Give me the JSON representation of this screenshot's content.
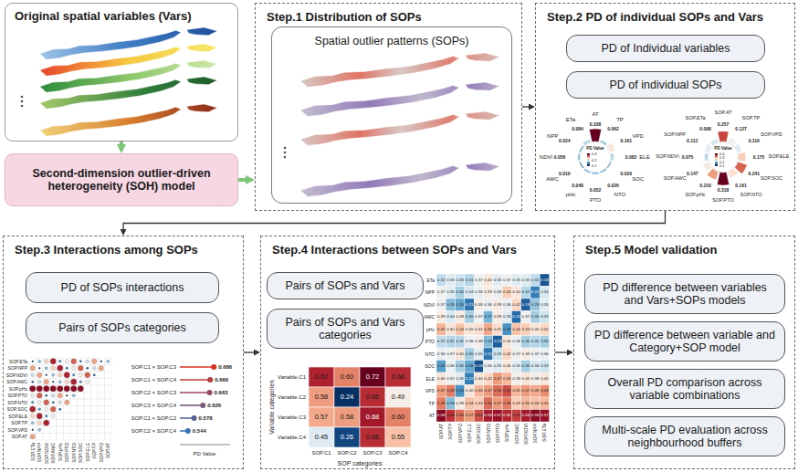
{
  "diagram": {
    "nodes": [
      {
        "text": [
          "Original spatial variables (Vars)"
        ]
      },
      {
        "text": [
          "Second-dimension outlier-driven heterogeneity (SOH) model"
        ]
      },
      {
        "text": [
          "Step.1 Distribution of SOPs"
        ]
      },
      {
        "text": [
          "Spatial outlier patterns (SOPs)"
        ],
        "in": 2
      },
      {
        "text": [
          "Step.2 PD of individual SOPs and Vars"
        ]
      },
      {
        "text": [
          "PD of Individual variables"
        ],
        "in": 4
      },
      {
        "text": [
          "PD of individual SOPs"
        ],
        "in": 4
      },
      {
        "text": [
          "Step.3 Interactions among SOPs"
        ]
      },
      {
        "text": [
          "PD of SOPs interactions"
        ],
        "in": 7
      },
      {
        "text": [
          "Pairs of SOPs categories"
        ],
        "in": 7
      },
      {
        "text": [
          "Step.4 Interactions between SOPs and Vars"
        ]
      },
      {
        "text": [
          "Pairs of SOPs and Vars"
        ],
        "in": 10
      },
      {
        "text": [
          "Pairs of SOPs and Vars categories"
        ],
        "in": 10
      },
      {
        "text": [
          "Step.5 Model validation"
        ]
      },
      {
        "text": [
          "PD difference between variables and Vars+SOPs models"
        ],
        "in": 13
      },
      {
        "text": [
          "PD difference between variable and Category+SOP model"
        ],
        "in": 13
      },
      {
        "text": [
          "Overall PD comparison across variable combinations"
        ],
        "in": 13
      },
      {
        "text": [
          "Multi-scale PD evaluation across neighbourhood buffers"
        ],
        "in": 13
      }
    ],
    "edges": [
      {
        "from": 0,
        "to": 1,
        "arrow": "to"
      },
      {
        "from": 1,
        "to": 2,
        "arrow": "to"
      },
      {
        "from": 2,
        "to": 4,
        "arrow": "to"
      },
      {
        "from": 4,
        "to": 7,
        "arrow": "to"
      },
      {
        "from": 7,
        "to": 10,
        "arrow": "to"
      },
      {
        "from": 10,
        "to": 13,
        "arrow": "to"
      }
    ],
    "labels": [
      "AT",
      "0.338",
      "TP",
      "0.062",
      "VPD",
      "0.161",
      "ELE",
      "0.082",
      "SOC",
      "0.029",
      "NTO",
      "0.026",
      "PTO",
      "0.052",
      "pHc",
      "0.048",
      "AWC",
      "0.010",
      "NDVI",
      "0.056",
      "NPP",
      "0.024",
      "ETa",
      "0.084",
      "PD Value",
      "0.3",
      "0.2",
      "0.1",
      "SOP.AT",
      "0.257",
      "SOP.TP",
      "0.127",
      "SOP.VPD",
      "0.110",
      "SOP.ELE",
      "0.175",
      "SOP.SOC",
      "0.241",
      "SOP.NTO",
      "0.161",
      "SOP.PTO",
      "0.318",
      "SOP.pHc",
      "0.210",
      "SOP.AWC",
      "0.147",
      "SOP.NDVI",
      "0.075",
      "SOP.NPP",
      "0.112",
      "SOP.ETa",
      "0.098",
      "PD Value",
      "0.4",
      "0.3",
      "0.2",
      "0.1",
      "SOP.ETa",
      "SOP.NPP",
      "SOP.NDVI",
      "SOP.AWC",
      "SOP.pHc",
      "SOP.PTO",
      "SOP.NTO",
      "SOP.SOC",
      "SOP.ELE",
      "SOP.TP",
      "SOP.VPD",
      "SOP.AT",
      "SOP.ETa",
      "SOP.NPP",
      "SOP.NDVI",
      "SOP.AWC",
      "SOP.pHc",
      "SOP.PTO",
      "SOP.NTO",
      "SOP.SOC",
      "SOP.ELE",
      "SOP.TP",
      "SOP.VPD",
      "SOP.AT",
      "SOP.C1 × SOP.C3",
      "0.686",
      "SOP.C1 × SOP.C4",
      "0.666",
      "SOP.C2 × SOP.C3",
      "0.663",
      "SOP.C3 × SOP.C4",
      "0.626",
      "SOP.C1 × SOP.C2",
      "0.578",
      "SOP.C2 × SOP.C4",
      "0.544",
      "PD Value",
      "Variable categories",
      "Variable.C1",
      "0.67",
      "0.60",
      "0.72",
      "0.66",
      "Variable.C2",
      "0.58",
      "0.24",
      "0.66",
      "0.49",
      "Variable.C3",
      "0.57",
      "0.58",
      "0.68",
      "0.60",
      "Variable.C4",
      "0.45",
      "0.26",
      "0.66",
      "0.55",
      "SOP.C1",
      "SOP.C2",
      "SOP.C3",
      "SOP.C4",
      "SOP categories",
      "ETa",
      "0.32",
      "0.35",
      "0.33",
      "0.31",
      "0.37",
      "0.40",
      "0.35",
      "0.37",
      "0.35",
      "0.35",
      "0.32",
      "0.18",
      "NPP",
      "0.37",
      "0.35",
      "0.30",
      "0.34",
      "0.36",
      "0.39",
      "0.36",
      "0.43",
      "0.40",
      "0.31",
      "0.22",
      "0.34",
      "NDVI",
      "0.37",
      "0.28",
      "0.26",
      "0.21",
      "0.38",
      "0.36",
      "0.39",
      "0.36",
      "0.42",
      "0.19",
      "0.29",
      "0.35",
      "AWC",
      "0.39",
      "0.34",
      "0.39",
      "0.30",
      "0.37",
      "0.27",
      "0.39",
      "0.35",
      "0.20",
      "0.37",
      "0.30",
      "0.33",
      "pHc",
      "0.45",
      "0.40",
      "0.44",
      "0.40",
      "0.41",
      "0.46",
      "0.41",
      "0.24",
      "0.44",
      "0.43",
      "0.40",
      "0.42",
      "PTO",
      "0.32",
      "0.31",
      "0.31",
      "0.36",
      "0.38",
      "0.28",
      "0.19",
      "0.40",
      "0.36",
      "0.30",
      "0.31",
      "0.30",
      "NTO",
      "0.36",
      "0.37",
      "0.40",
      "0.30",
      "0.35",
      "0.21",
      "0.33",
      "0.42",
      "0.37",
      "0.39",
      "0.37",
      "0.36",
      "SOC",
      "0.25",
      "0.36",
      "0.30",
      "0.26",
      "0.18",
      "0.36",
      "0.35",
      "0.40",
      "0.35",
      "0.30",
      "0.34",
      "0.33",
      "ELE",
      "0.40",
      "0.37",
      "0.35",
      "0.22",
      "0.40",
      "0.42",
      "0.47",
      "0.45",
      "0.38",
      "0.40",
      "0.38",
      "0.40",
      "VPD",
      "0.47",
      "0.49",
      "0.24",
      "0.40",
      "0.45",
      "0.47",
      "0.50",
      "0.52",
      "0.45",
      "0.47",
      "0.46",
      "0.48",
      "TP",
      "0.49",
      "0.28",
      "0.39",
      "0.44",
      "0.43",
      "0.50",
      "0.47",
      "0.49",
      "0.43",
      "0.45",
      "0.44",
      "0.45",
      "AT",
      "0.58",
      "0.54",
      "0.50",
      "0.47",
      "0.52",
      "0.56",
      "0.57",
      "0.55",
      "0.53",
      "0.56",
      "0.58",
      "0.57",
      "SOP.AT",
      "SOP.TP",
      "SOP.VPD",
      "SOP.ELE",
      "SOP.SOC",
      "SOP.NTO",
      "SOP.PTO",
      "SOP.pHc",
      "SOP.AWC",
      "SOP.NDVI",
      "SOP.NPP",
      "SOP.ETa"
    ]
  }
}
